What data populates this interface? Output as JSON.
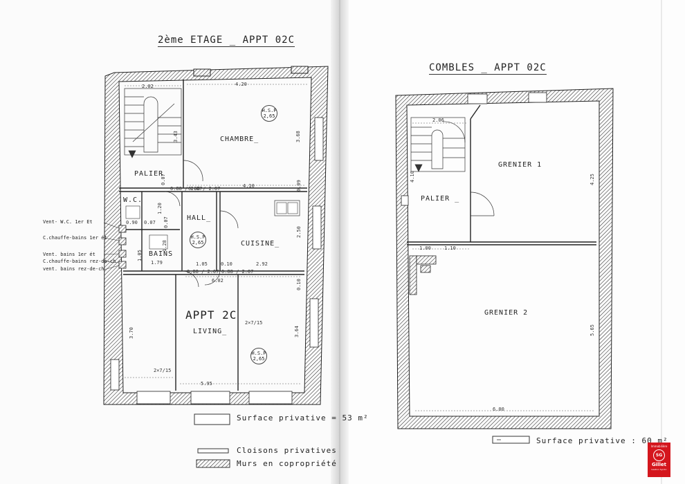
{
  "left_plan": {
    "title": "2ème  ETAGE _ APPT 02C",
    "rooms": {
      "chambre": "CHAMBRE_",
      "palier": "PALIER",
      "wc": "W.C.",
      "hall": "HALL_",
      "cuisine": "CUISINE_",
      "bains": "BAINS",
      "appt_label": "APPT 2C",
      "living": "LIVING_"
    },
    "hsp_marks": [
      "H.S.P",
      "2,65"
    ],
    "dimensions": {
      "palier_width": "2.02",
      "chambre_width": "4.20",
      "chambre_height": "3.68",
      "chambre_low_width": "4.10",
      "stair_height": "3.43",
      "wc_small": "0.90",
      "wc_left": "0.07",
      "wc_right": "1.20",
      "hall_top": "0.07",
      "cuisine_height": "2.50",
      "bains_height": "1.05",
      "bains_width": "1.79",
      "bains_side": "1.28",
      "hall_width": "1.05",
      "cuisine_small": "0.10",
      "cuisine_width": "2.92",
      "living_total": "6.02",
      "living_height": "3.70",
      "living_right": "3.64",
      "living_bottom": "5.95",
      "window_left": "2×7/15",
      "window_mid": "2×7/15",
      "cuisine_side": "0.10",
      "chambre_side": "0.09",
      "door_marks": [
        "0.88 / 2.07",
        "0.88 / 2.07",
        "0.88 / 2.07",
        "0.88 / 2.07"
      ],
      "palier_door": "0.07"
    },
    "side_labels": [
      "Vent- W.C.  1er Et",
      "C.chauffe-bains 1er  ét",
      "Vent.  bains  1er  ét",
      "C.chauffe-bains rez-de-ch",
      "vent.  bains rez-de-ch"
    ]
  },
  "right_plan": {
    "title": "COMBLES _ APPT 02C",
    "rooms": {
      "palier": "PALIER _",
      "grenier1": "GRENIER  1",
      "grenier2": "GRENIER  2"
    },
    "dimensions": {
      "stair_width": "2.06",
      "palier_height": "4.10",
      "palier_w1": "1.00",
      "palier_w2": "1.10",
      "grenier1_height": "4.25",
      "grenier2_height": "5.65",
      "bottom_width": "6.00"
    }
  },
  "legend": {
    "surface_left": "Surface  privative = 53 m²",
    "cloisons": "Cloisons  privatives",
    "murs": "Murs  en  copropriété",
    "surface_right": "Surface  privative  :  60 m²"
  },
  "logo": {
    "top": "Immobilière",
    "mark": "SG",
    "name": "Gillet",
    "sub": "Gestion Syndic"
  }
}
